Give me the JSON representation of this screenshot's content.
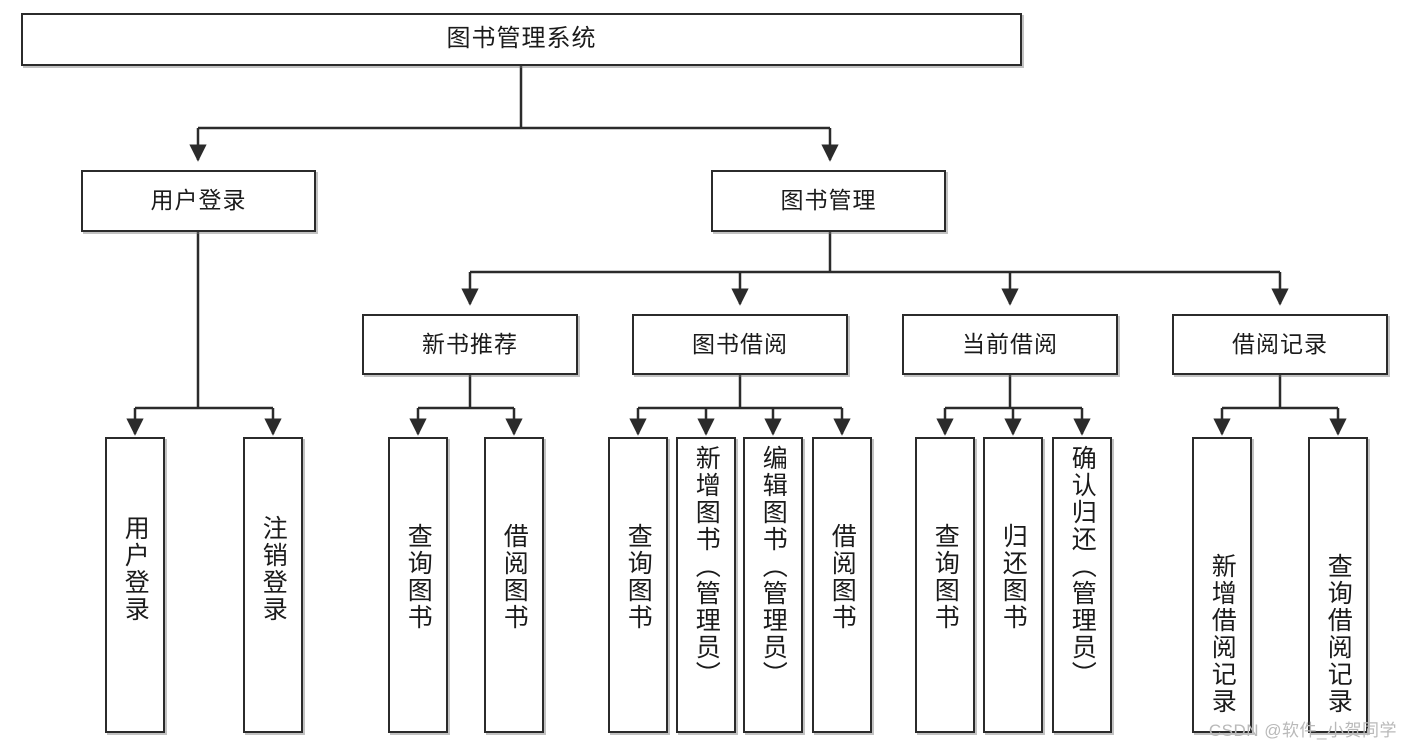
{
  "diagram": {
    "title": "图书管理系统",
    "watermark": "CSDN @软件_小贺同学",
    "line_color": "#2b2b2b",
    "box_fill": "#ffffff",
    "text_color": "#1b1b1b",
    "root": {
      "label": "图书管理系统"
    },
    "level1": [
      {
        "label": "用户登录"
      },
      {
        "label": "图书管理"
      }
    ],
    "level2": [
      {
        "label": "新书推荐"
      },
      {
        "label": "图书借阅"
      },
      {
        "label": "当前借阅"
      },
      {
        "label": "借阅记录"
      }
    ],
    "leaves": {
      "user_login": [
        {
          "label": "用户登录"
        },
        {
          "label": "注销登录"
        }
      ],
      "new_book_recommend": [
        {
          "label": "查询图书"
        },
        {
          "label": "借阅图书"
        }
      ],
      "book_borrow": [
        {
          "label": "查询图书"
        },
        {
          "label": "新增图书（管理员）"
        },
        {
          "label": "编辑图书（管理员）"
        },
        {
          "label": "借阅图书"
        }
      ],
      "current_borrow": [
        {
          "label": "查询图书"
        },
        {
          "label": "归还图书"
        },
        {
          "label": "确认归还（管理员）"
        }
      ],
      "borrow_record": [
        {
          "label": "新增借阅记录"
        },
        {
          "label": "查询借阅记录"
        }
      ]
    }
  }
}
